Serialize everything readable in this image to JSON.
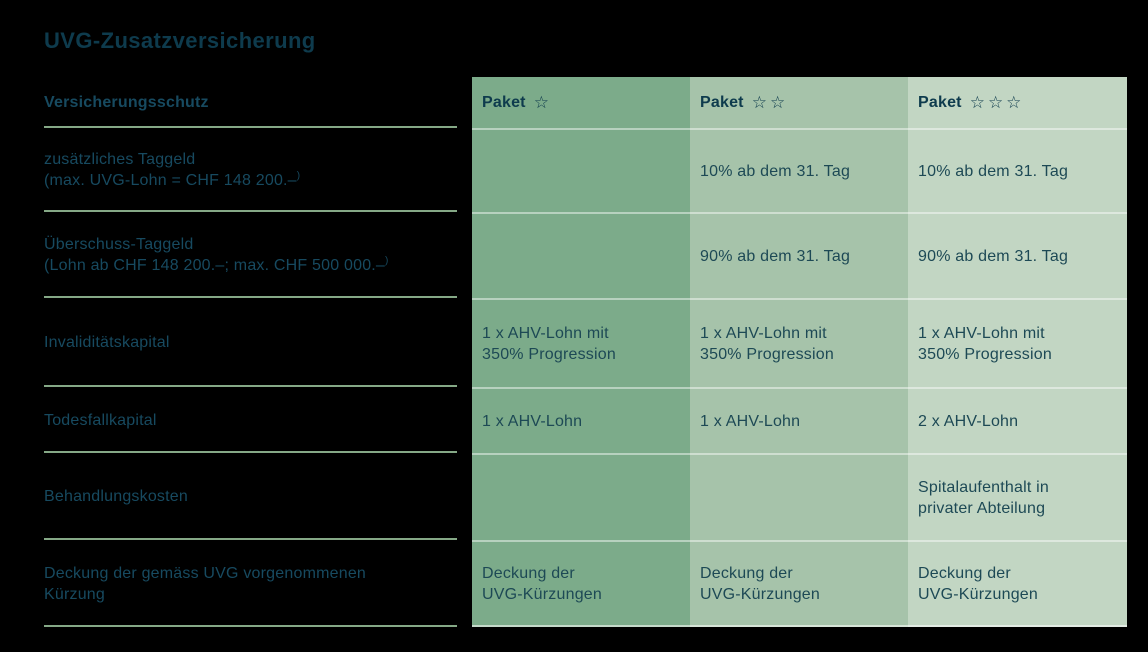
{
  "title": "UVG-Zusatzversicherung",
  "table": {
    "row_header_title": "Versicherungsschutz",
    "columns": [
      {
        "name": "Paket",
        "stars": "☆"
      },
      {
        "name": "Paket",
        "stars": "☆☆"
      },
      {
        "name": "Paket",
        "stars": "☆☆☆"
      }
    ],
    "rows": [
      {
        "label": "zusätzliches Taggeld\n(max. UVG-Lohn = CHF 148 200.–",
        "label_sup": ")",
        "cells": [
          "",
          "10% ab dem 31. Tag",
          "10% ab dem 31. Tag"
        ]
      },
      {
        "label": "Überschuss-Taggeld\n(Lohn ab CHF 148 200.–; max. CHF 500 000.–",
        "label_sup": ")",
        "cells": [
          "",
          "90% ab dem 31. Tag",
          "90% ab dem 31. Tag"
        ]
      },
      {
        "label": "Invaliditätskapital",
        "label_sup": "",
        "cells": [
          "1 x AHV-Lohn mit\n350% Progression",
          "1 x AHV-Lohn mit\n350% Progression",
          "1 x AHV-Lohn mit\n350% Progression"
        ]
      },
      {
        "label": "Todesfallkapital",
        "label_sup": "",
        "cells": [
          "1 x AHV-Lohn",
          "1 x AHV-Lohn",
          "2 x AHV-Lohn"
        ]
      },
      {
        "label": "Behandlungskosten",
        "label_sup": "",
        "cells": [
          "",
          "",
          "Spitalaufenthalt in\nprivater Abteilung"
        ]
      },
      {
        "label": "Deckung der gemäss UVG vorgenommenen\nKürzung",
        "label_sup": "",
        "cells": [
          "Deckung der\nUVG-Kürzungen",
          "Deckung der\nUVG-Kürzungen",
          "Deckung der\nUVG-Kürzungen"
        ]
      }
    ]
  },
  "colors": {
    "background": "#000000",
    "title_text": "#0e3b4d",
    "label_text": "#174a60",
    "cell_text": "#1d4955",
    "column_1_bg": "#7cab8a",
    "column_2_bg": "#a6c3aa",
    "column_3_bg": "#c2d6c3",
    "separator_green": "#85a886"
  }
}
